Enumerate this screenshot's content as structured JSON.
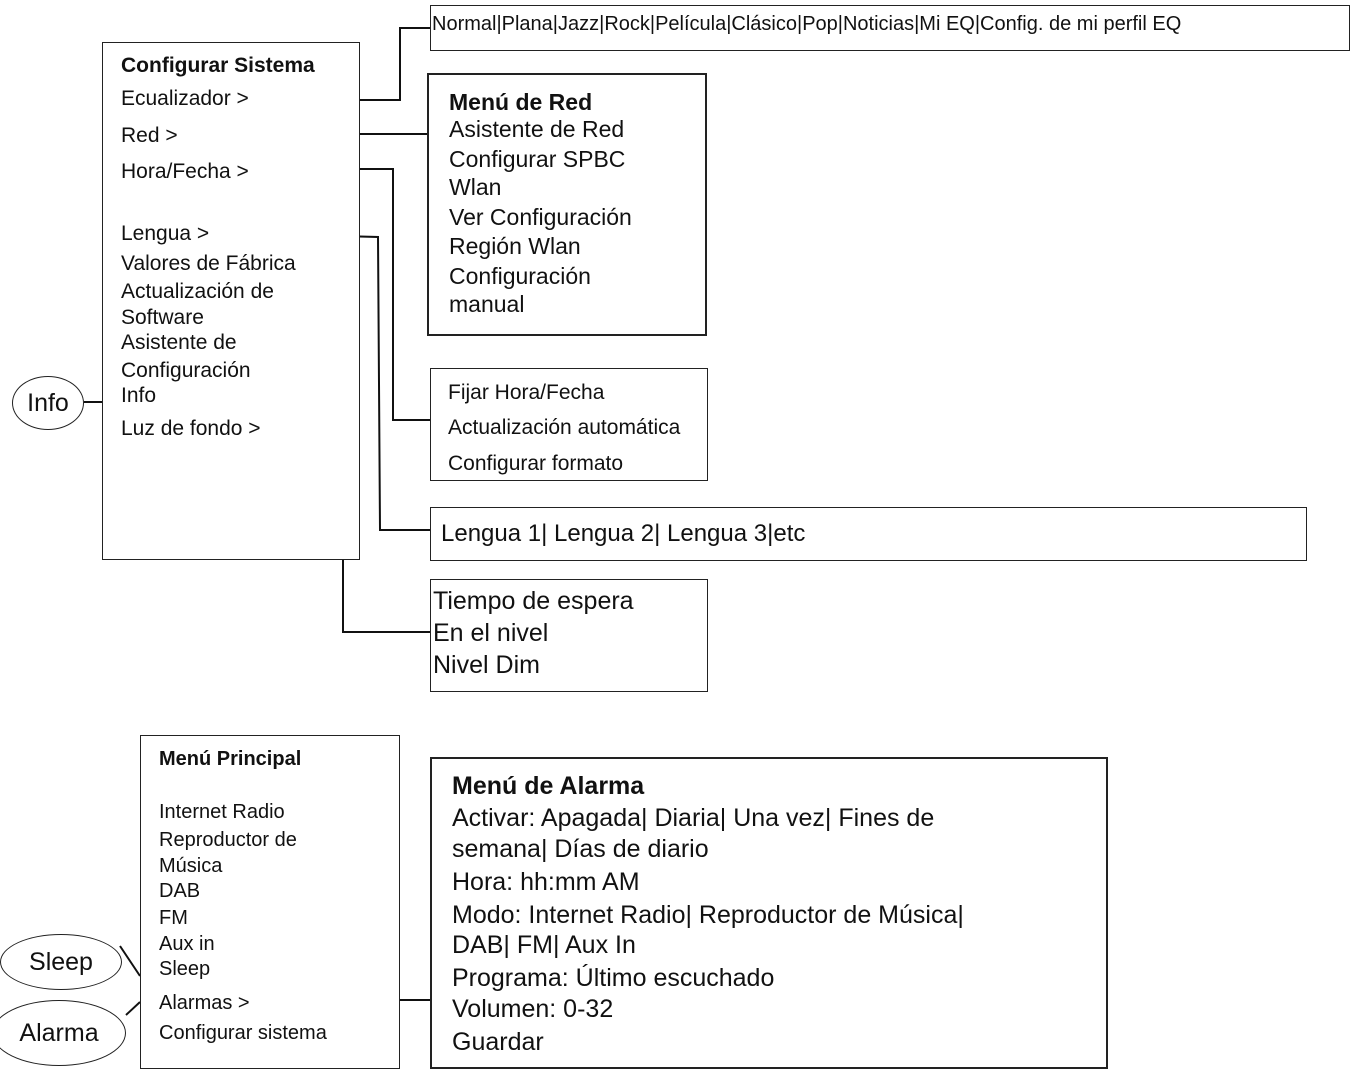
{
  "system_menu": {
    "title": "Configurar Sistema",
    "items": [
      "Ecualizador >",
      "Red >",
      "Hora/Fecha >",
      "Lengua >",
      "Valores de Fábrica",
      "Actualización de",
      "Software",
      "Asistente de",
      "Configuración",
      "Info",
      "Luz de fondo >"
    ]
  },
  "info_oval": "Info",
  "eq_menu": "Normal|Plana|Jazz|Rock|Película|Clásico|Pop|Noticias|Mi EQ|Config. de mi perfil EQ",
  "network_menu": {
    "title": "Menú de Red",
    "items": [
      "Asistente de Red",
      "Configurar SPBC",
      "Wlan",
      "Ver Configuración",
      "Región Wlan",
      "Configuración",
      "manual"
    ]
  },
  "time_menu": {
    "items": [
      "Fijar Hora/Fecha",
      "Actualización automática",
      "Configurar formato"
    ]
  },
  "language_menu": "Lengua 1| Lengua 2| Lengua 3|etc",
  "backlight_menu": {
    "items": [
      "Tiempo de espera",
      "En el nivel",
      "Nivel Dim"
    ]
  },
  "main_menu": {
    "title": "Menú Principal",
    "items": [
      "Internet Radio",
      "Reproductor de",
      "Música",
      "DAB",
      "FM",
      "Aux in",
      "Sleep",
      "Alarmas >",
      "Configurar sistema"
    ]
  },
  "sleep_oval": "Sleep",
  "alarm_oval": "Alarma",
  "alarm_menu": {
    "title": "Menú de Alarma",
    "items": [
      "Activar: Apagada| Diaria| Una vez| Fines de",
      "semana| Días de diario",
      "Hora: hh:mm AM",
      "Modo: Internet Radio| Reproductor de Música|",
      "DAB| FM| Aux In",
      "Programa: Último escuchado",
      "Volumen: 0-32",
      "Guardar"
    ]
  }
}
